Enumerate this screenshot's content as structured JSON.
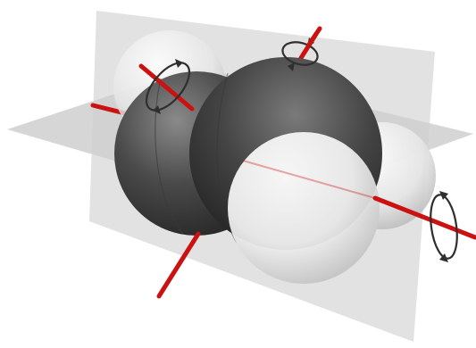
{
  "scene": {
    "subject": "ethylene-space-filling-model",
    "symmetry_elements": {
      "mirror_planes": 2,
      "rotation_axes": 3,
      "rotation_arrows": 3
    },
    "colors": {
      "background": "#ffffff",
      "plane_fill": "#c8c8c8",
      "carbon_atom": "#4a4a4a",
      "hydrogen_atom": "#ececec",
      "axis": "#cc1111",
      "rotation_arrow": "#555555"
    },
    "atoms": [
      {
        "element": "C",
        "role": "carbon-left"
      },
      {
        "element": "C",
        "role": "carbon-right"
      },
      {
        "element": "H",
        "role": "hydrogen-back-left"
      },
      {
        "element": "H",
        "role": "hydrogen-back-right"
      },
      {
        "element": "H",
        "role": "hydrogen-front-left"
      },
      {
        "element": "H",
        "role": "hydrogen-front-right"
      }
    ]
  }
}
